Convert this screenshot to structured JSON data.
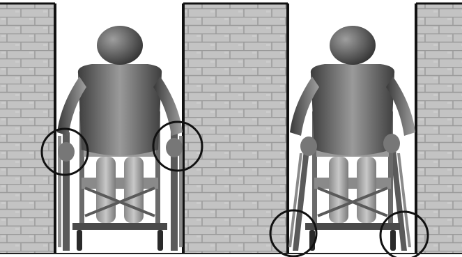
{
  "figure": {
    "panels": [
      {
        "id": "left",
        "highlights": [
          "hand-rim-left",
          "hand-rim-right"
        ]
      },
      {
        "id": "right",
        "highlights": [
          "front-wheel-left",
          "front-wheel-right"
        ]
      }
    ]
  },
  "colors": {
    "background": "#ffffff",
    "brick": "#c3c3c3",
    "mortar": "#9a9a9a",
    "wall_edge": "#111111",
    "figure_dark": "#4a4a4a",
    "figure_mid": "#8c8c8c",
    "figure_light": "#bdbdbd",
    "frame": "#555555",
    "highlight_stroke": "#111111"
  },
  "icons": [
    "brick-wall",
    "wheelchair-user",
    "highlight-circle"
  ]
}
